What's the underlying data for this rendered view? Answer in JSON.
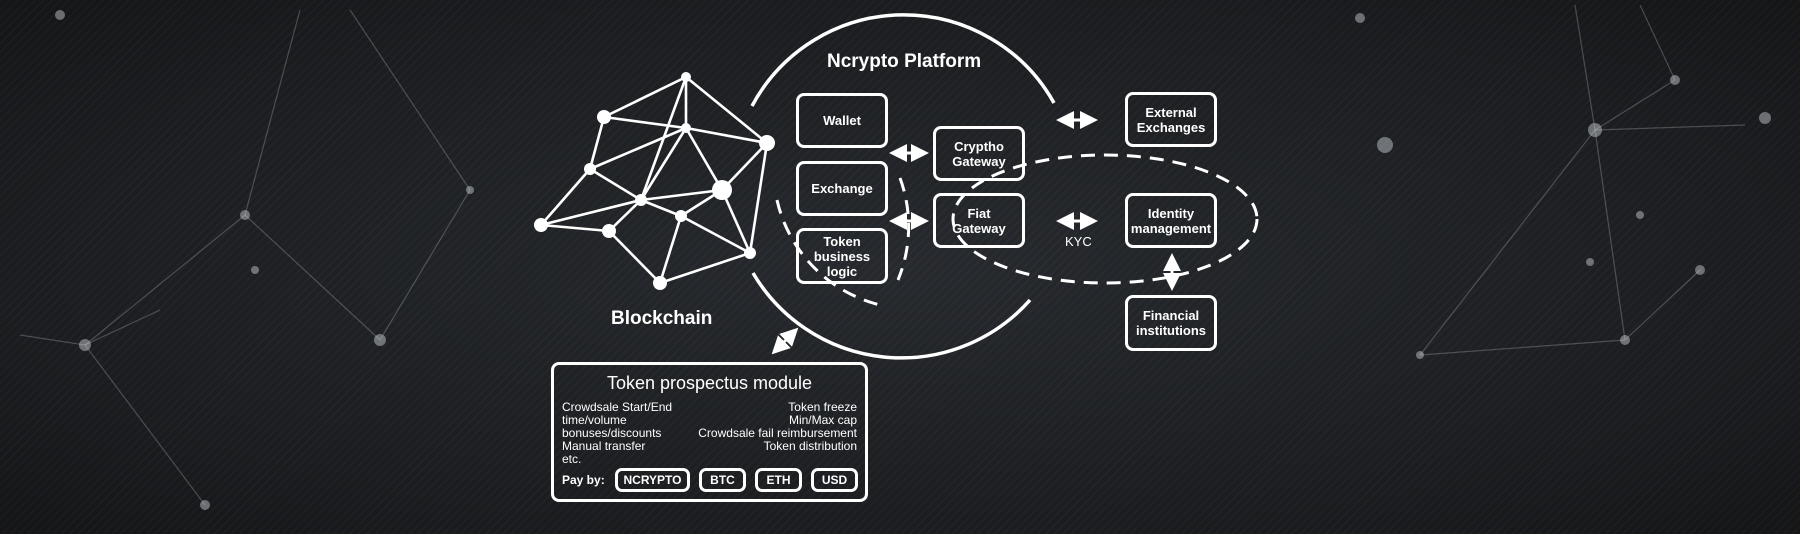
{
  "diagram": {
    "blockchain_label": "Blockchain",
    "platform_title": "Ncrypto Platform",
    "platform_boxes": {
      "wallet": "Wallet",
      "exchange": "Exchange",
      "token_logic": "Token business logic",
      "crypto_gateway": "Cryptho Gateway",
      "fiat_gateway": "Fiat Gateway"
    },
    "external_boxes": {
      "external_exchanges": "External Exchanges",
      "identity_management": "Identity management",
      "financial_institutions": "Financial institutions"
    },
    "kyc_label": "KYC",
    "prospectus": {
      "title": "Token prospectus module",
      "left_items": [
        "Crowdsale Start/End",
        "time/volume",
        "bonuses/discounts",
        "Manual transfer",
        "etc."
      ],
      "right_items": [
        "Token freeze",
        "Min/Max cap",
        "Crowdsale fail reimbursement",
        "Token distribution"
      ],
      "pay_by_label": "Pay by:",
      "currencies": [
        "NCRYPTO",
        "BTC",
        "ETH",
        "USD"
      ]
    }
  },
  "colors": {
    "background": "#1c1e21",
    "foreground": "#ffffff"
  }
}
